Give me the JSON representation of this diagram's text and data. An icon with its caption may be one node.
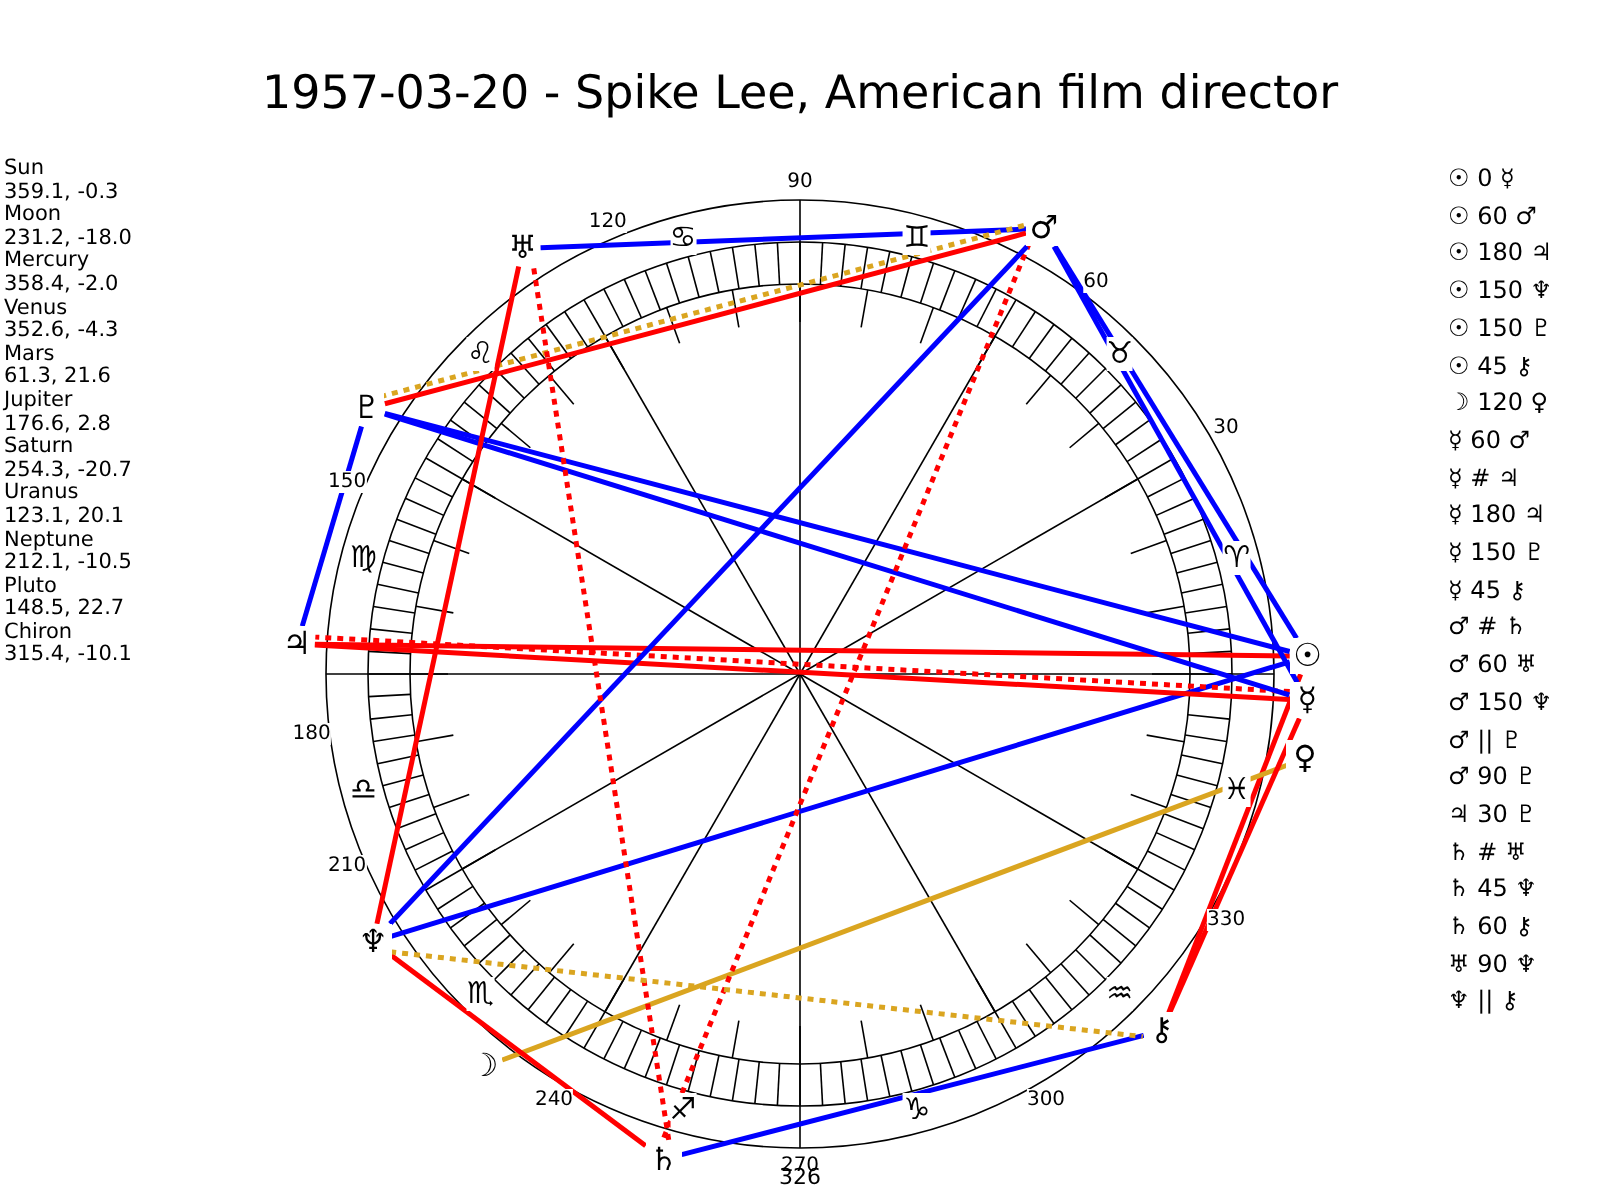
{
  "diagram": {
    "title": "1957-03-20 - Spike Lee, American film director",
    "nodes": [
      {
        "text": [
          "☉"
        ]
      },
      {
        "text": [
          "☿"
        ]
      },
      {
        "text": [
          "♀"
        ]
      },
      {
        "text": [
          "☽"
        ]
      },
      {
        "text": [
          "♂"
        ]
      },
      {
        "text": [
          "♃"
        ]
      },
      {
        "text": [
          "♄"
        ]
      },
      {
        "text": [
          "♅"
        ]
      },
      {
        "text": [
          "♆"
        ]
      },
      {
        "text": [
          "♇"
        ]
      },
      {
        "text": [
          "⚷"
        ]
      }
    ],
    "edges": [
      {
        "from": 0,
        "to": 4,
        "arrow": "none",
        "color": "#0000ff"
      },
      {
        "from": 0,
        "to": 5,
        "arrow": "none",
        "color": "#ff0000"
      },
      {
        "from": 0,
        "to": 8,
        "arrow": "none",
        "color": "#0000ff"
      },
      {
        "from": 0,
        "to": 9,
        "arrow": "none",
        "color": "#0000ff"
      },
      {
        "from": 0,
        "to": 10,
        "arrow": "none",
        "color": "#ff0000"
      },
      {
        "from": 3,
        "to": 2,
        "arrow": "none",
        "color": "#daa520"
      },
      {
        "from": 1,
        "to": 4,
        "arrow": "none",
        "color": "#0000ff"
      },
      {
        "from": 1,
        "to": 5,
        "arrow": "none",
        "style": "dashed",
        "color": "#ff0000"
      },
      {
        "from": 1,
        "to": 5,
        "arrow": "none",
        "color": "#ff0000"
      },
      {
        "from": 1,
        "to": 9,
        "arrow": "none",
        "color": "#0000ff"
      },
      {
        "from": 1,
        "to": 10,
        "arrow": "none",
        "color": "#ff0000"
      },
      {
        "from": 4,
        "to": 6,
        "arrow": "none",
        "style": "dashed",
        "color": "#ff0000"
      },
      {
        "from": 4,
        "to": 7,
        "arrow": "none",
        "color": "#0000ff"
      },
      {
        "from": 4,
        "to": 8,
        "arrow": "none",
        "color": "#0000ff"
      },
      {
        "from": 4,
        "to": 9,
        "arrow": "none",
        "style": "dashed",
        "color": "#daa520"
      },
      {
        "from": 4,
        "to": 9,
        "arrow": "none",
        "color": "#ff0000"
      },
      {
        "from": 5,
        "to": 9,
        "arrow": "none",
        "color": "#0000ff"
      },
      {
        "from": 6,
        "to": 7,
        "arrow": "none",
        "style": "dashed",
        "color": "#ff0000"
      },
      {
        "from": 6,
        "to": 8,
        "arrow": "none",
        "color": "#ff0000"
      },
      {
        "from": 6,
        "to": 10,
        "arrow": "none",
        "color": "#0000ff"
      },
      {
        "from": 7,
        "to": 8,
        "arrow": "none",
        "color": "#ff0000"
      },
      {
        "from": 8,
        "to": 10,
        "arrow": "none",
        "style": "dashed",
        "color": "#daa520"
      }
    ],
    "labels": [
      "Sun",
      "359.1, -0.3",
      "Moon",
      "231.2, -18.0",
      "Mercury",
      "358.4, -2.0",
      "Venus",
      "352.6, -4.3",
      "Mars",
      "61.3, 21.6",
      "Jupiter",
      "176.6, 2.8",
      "Saturn",
      "254.3, -20.7",
      "Uranus",
      "123.1, 20.1",
      "Neptune",
      "212.1, -10.5",
      "Pluto",
      "148.5, 22.7",
      "Chiron",
      "315.4, -10.1",
      "30",
      "60",
      "90",
      "120",
      "150",
      "180",
      "210",
      "240",
      "270",
      "300",
      "330",
      "♈",
      "♉",
      "♊",
      "♋",
      "♌",
      "♍",
      "♎",
      "♏",
      "♐",
      "♑",
      "♒",
      "♓",
      "326",
      "☉ 0 ☿",
      "☉ 60 ♂",
      "☉ 180 ♃",
      "☉ 150 ♆",
      "☉ 150 ♇",
      "☉ 45 ⚷",
      "☽ 120 ♀",
      "☿ 60 ♂",
      "☿ # ♃",
      "☿ 180 ♃",
      "☿ 150 ♇",
      "☿ 45 ⚷",
      "♂ # ♄",
      "♂ 60 ♅",
      "♂ 150 ♆",
      "♂ || ♇",
      "♂ 90 ♇",
      "♃ 30 ♇",
      "♄ # ♅",
      "♄ 45 ♆",
      "♄ 60 ⚷",
      "♅ 90 ♆",
      "♆ || ⚷"
    ]
  }
}
